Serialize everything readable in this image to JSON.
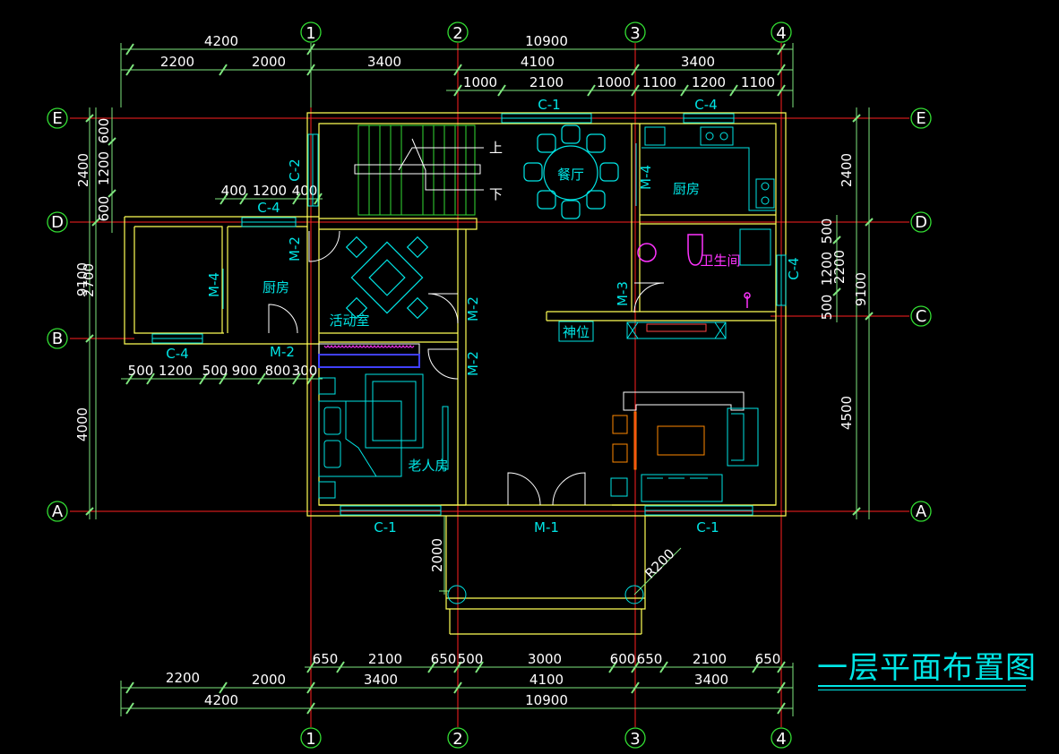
{
  "title": "一层平面布置图",
  "colors": {
    "axis": "#ff2020",
    "wall": "#ffff55",
    "dim": "#7ee67e",
    "furniture": "#00e5e5",
    "text": "#ffffff",
    "stair": "#33dd33",
    "fixture": "#ff33ff",
    "accent": "#4040ff"
  },
  "axes": {
    "cols": [
      "1",
      "2",
      "3",
      "4"
    ],
    "rows": [
      "E",
      "D",
      "C",
      "B",
      "A"
    ]
  },
  "dims_top": {
    "r1": [
      "4200",
      "10900"
    ],
    "r2": [
      "2200",
      "2000",
      "3400",
      "4100",
      "3400"
    ],
    "r3": [
      "1000",
      "2100",
      "1000",
      "1100",
      "1200",
      "1100"
    ]
  },
  "dims_bottom": {
    "r1": [
      "650",
      "2100",
      "650",
      "500",
      "3000",
      "600",
      "650",
      "2100",
      "650"
    ],
    "r2": [
      "2200",
      "2000",
      "3400",
      "4100",
      "3400"
    ],
    "r3": [
      "4200",
      "10900"
    ]
  },
  "dims_left": {
    "outer": [
      "9100",
      "4000"
    ],
    "mid": [
      "2400",
      "2700"
    ],
    "inner": [
      "600",
      "1200",
      "600"
    ]
  },
  "dims_right": {
    "outer": [
      "9100"
    ],
    "mid": [
      "2400",
      "2200",
      "4500"
    ],
    "inner": [
      "500",
      "1200",
      "500"
    ]
  },
  "dims_misc": {
    "wing_top": [
      "400",
      "1200",
      "400"
    ],
    "wing_bottom": [
      "500",
      "1200",
      "500",
      "900",
      "800",
      "300"
    ],
    "porch": "2000",
    "radius": "R200"
  },
  "labels": {
    "windows": [
      "C-1",
      "C-4",
      "C-4",
      "C-4",
      "C-2",
      "C-1",
      "C-1",
      "C-4"
    ],
    "doors": [
      "M-2",
      "M-4",
      "M-2",
      "M-2",
      "M-2",
      "M-4",
      "M-3",
      "M-1"
    ],
    "stair_up": "上",
    "stair_down": "下"
  },
  "rooms": {
    "dining": "餐厅",
    "kitchen_main": "厨房",
    "bathroom": "卫生间",
    "kitchen_wing": "厨房",
    "activity": "活动室",
    "shrine": "神位",
    "elder_room": "老人房"
  }
}
